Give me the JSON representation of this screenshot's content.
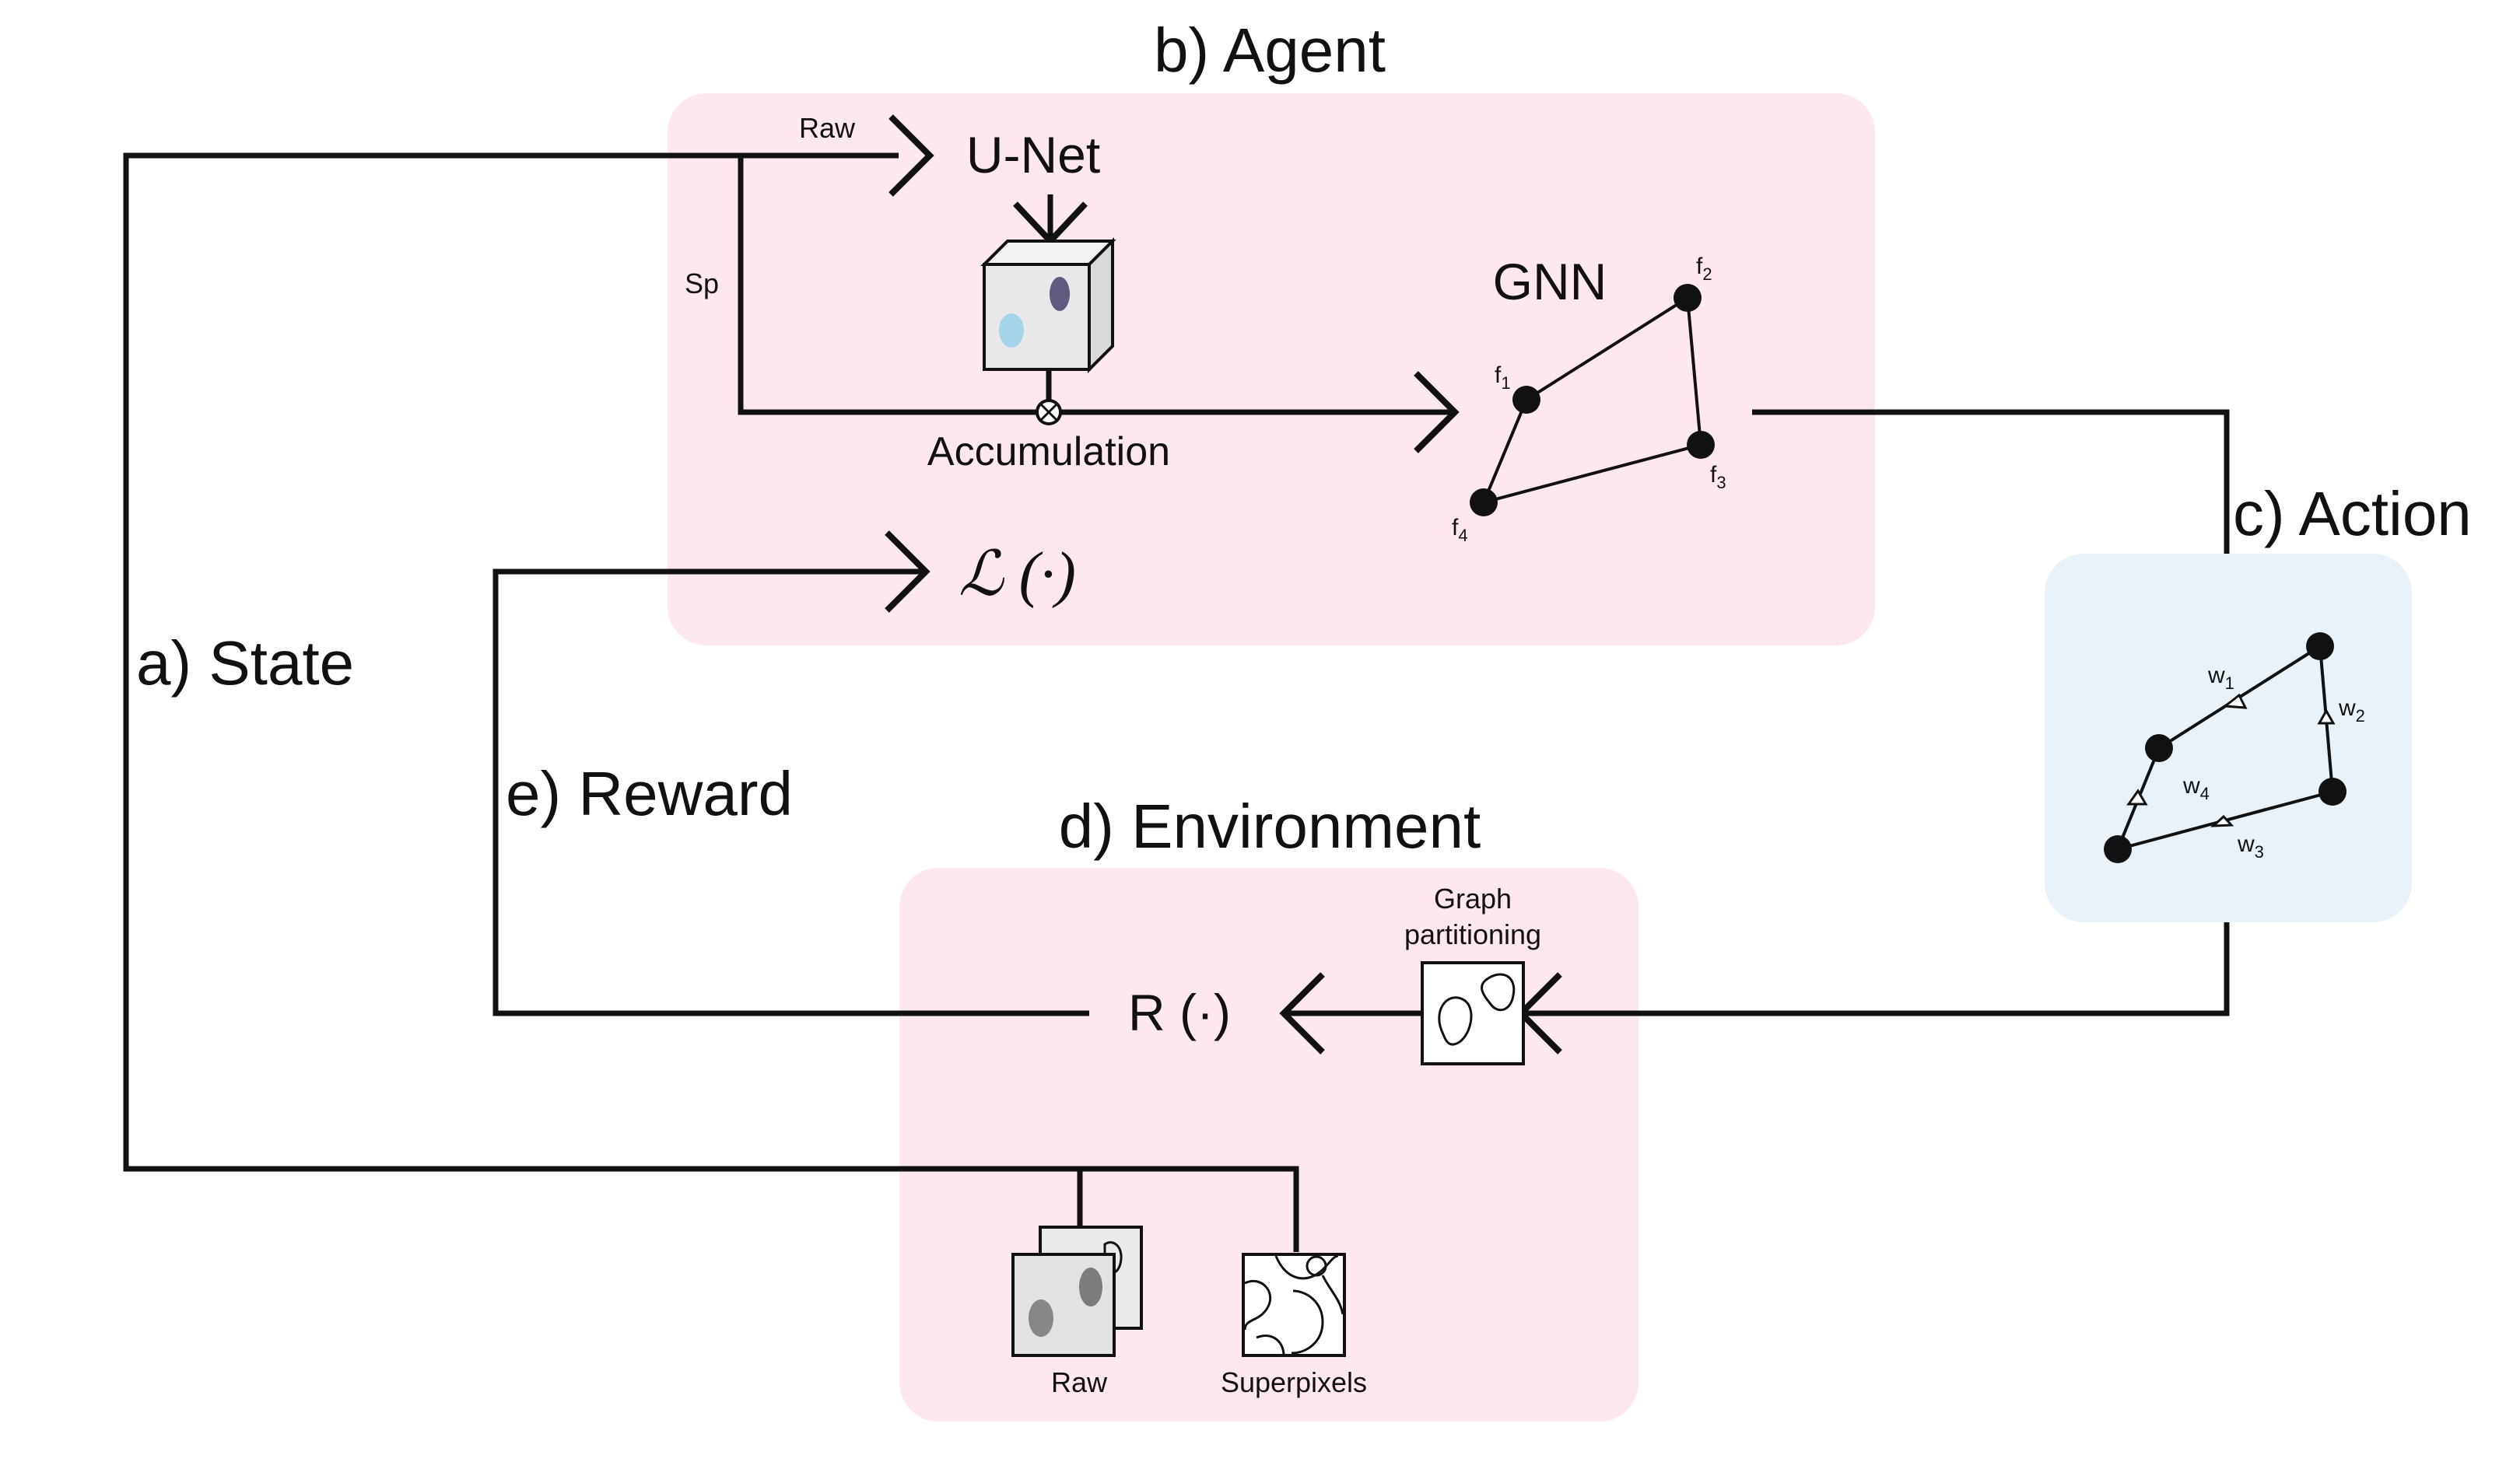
{
  "colors": {
    "panel_pink": "#fde8ee",
    "panel_blue": "#e9f2f9",
    "stroke": "#111111"
  },
  "labels": {
    "agent_title": "b) Agent",
    "environment_title": "d) Environment",
    "state": "a) State",
    "action": "c) Action",
    "reward": "e) Reward",
    "raw_in": "Raw",
    "sp_in": "Sp",
    "unet": "U-Net",
    "accumulation": "Accumulation",
    "gnn": "GNN",
    "loss": "ℒ (·)",
    "reward_fn": "R (·)",
    "graph_partitioning_1": "Graph",
    "graph_partitioning_2": "partitioning",
    "raw_img": "Raw",
    "superpixels": "Superpixels"
  },
  "gnn_nodes": [
    {
      "name": "f",
      "sub": "1"
    },
    {
      "name": "f",
      "sub": "2"
    },
    {
      "name": "f",
      "sub": "3"
    },
    {
      "name": "f",
      "sub": "4"
    }
  ],
  "action_weights": [
    {
      "name": "w",
      "sub": "1"
    },
    {
      "name": "w",
      "sub": "2"
    },
    {
      "name": "w",
      "sub": "3"
    },
    {
      "name": "w",
      "sub": "4"
    }
  ],
  "icons": [
    "feature-cube-icon",
    "partition-image-icon",
    "raw-image-stack-icon",
    "superpixels-image-icon",
    "multiply-circle-icon"
  ]
}
